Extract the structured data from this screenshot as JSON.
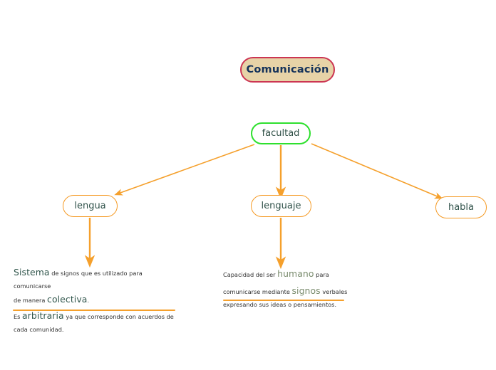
{
  "diagram": {
    "title": "Comunicación",
    "root": {
      "label": "Comunicación"
    },
    "branch": {
      "label": "facultad"
    },
    "children": [
      {
        "label": "lengua"
      },
      {
        "label": "lenguaje"
      },
      {
        "label": "habla"
      }
    ],
    "notes": {
      "lengua": {
        "line1_lead": "Sistema",
        "line1_rest": " de signos que es utilizado para comunicarse",
        "line2_pre": "de manera ",
        "line2_lead": "colectiva",
        "line2_post": ".",
        "line3_pre": "Es ",
        "line3_lead": "arbitraria",
        "line3_rest": " ya que corresponde con acuerdos de",
        "line4": "cada comunidad."
      },
      "lenguaje": {
        "line1_pre": "Capacidad del ser ",
        "line1_lead": "humano",
        "line1_post": " para",
        "line2_pre": "comunicarse mediante ",
        "line2_lead": "signos",
        "line2_post": " verbales",
        "line3": "expresando sus ideas o pensamientos."
      }
    },
    "colors": {
      "root_fill": "#e7d3a7",
      "root_border": "#cc3552",
      "root_text": "#14325a",
      "branch_border": "#2ee02e",
      "child_border": "#f59a24",
      "connector": "#f5a02c",
      "note_text": "#303030",
      "note_lead_green": "#31564c",
      "note_lead_olive": "#7a8c6e",
      "background": "#ffffff"
    }
  }
}
